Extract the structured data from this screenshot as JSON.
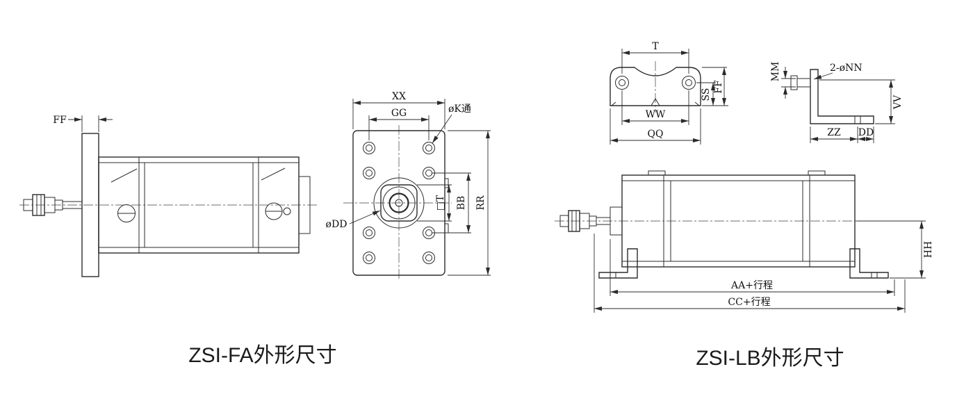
{
  "figures": {
    "fa": {
      "caption": "ZSI-FA外形尺寸",
      "dims": {
        "ff": "FF",
        "xx": "XX",
        "gg": "GG",
        "k_hole": "øK通",
        "dd": "øDD",
        "t_square": "□T",
        "bb": "BB",
        "rr": "RR"
      }
    },
    "lb": {
      "caption": "ZSI-LB外形尺寸",
      "dims": {
        "t": "T",
        "ss": "SS",
        "ff": "FF",
        "ww": "WW",
        "qq": "QQ",
        "mm": "MM",
        "nn_holes": "2-øNN",
        "vv": "VV",
        "zz": "ZZ",
        "dd": "DD",
        "hh": "HH",
        "aa_stroke": "AA+行程",
        "cc_stroke": "CC+行程"
      }
    }
  },
  "colors": {
    "line": "#2b2b2b",
    "text": "#111111",
    "background": "#ffffff"
  }
}
